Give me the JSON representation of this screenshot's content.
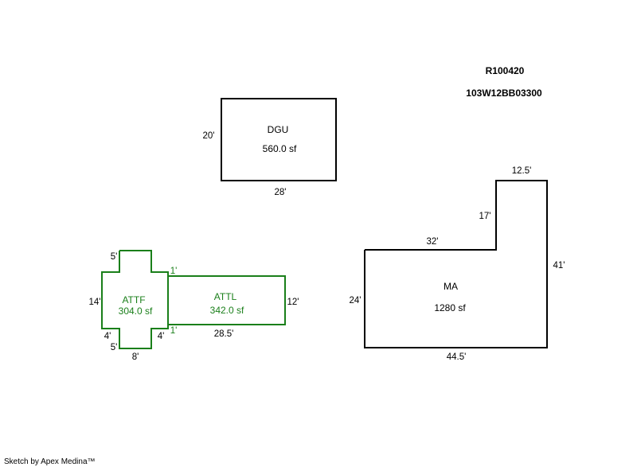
{
  "header": {
    "parcel_id": "R100420",
    "map_id": "103W12BB03300"
  },
  "colors": {
    "main_stroke": "#000000",
    "attached_stroke": "#1a7f1a",
    "text": "#000000",
    "attached_text": "#1a7f1a"
  },
  "sections": {
    "dgu": {
      "label": "DGU",
      "area": "560.0 sf",
      "dims": {
        "left": "20'",
        "bottom": "28'"
      }
    },
    "ma": {
      "label": "MA",
      "area": "1280 sf",
      "dims": {
        "top_right": "12.5'",
        "notch_vertical": "17'",
        "notch_horizontal": "32'",
        "right": "41'",
        "left": "24'",
        "bottom": "44.5'"
      }
    },
    "attf": {
      "label": "ATTF",
      "area": "304.0 sf",
      "dims": {
        "top": "5'",
        "left": "14'",
        "bottom_left": "4'",
        "bottom_right": "4'",
        "bottom_step": "5'",
        "bottom": "8'"
      }
    },
    "attl": {
      "label": "ATTL",
      "area": "342.0 sf",
      "dims": {
        "top_offset": "1'",
        "bottom_offset": "1'",
        "right": "12'",
        "bottom": "28.5'"
      }
    }
  },
  "footer": {
    "credit": "Sketch by Apex Medina™"
  }
}
